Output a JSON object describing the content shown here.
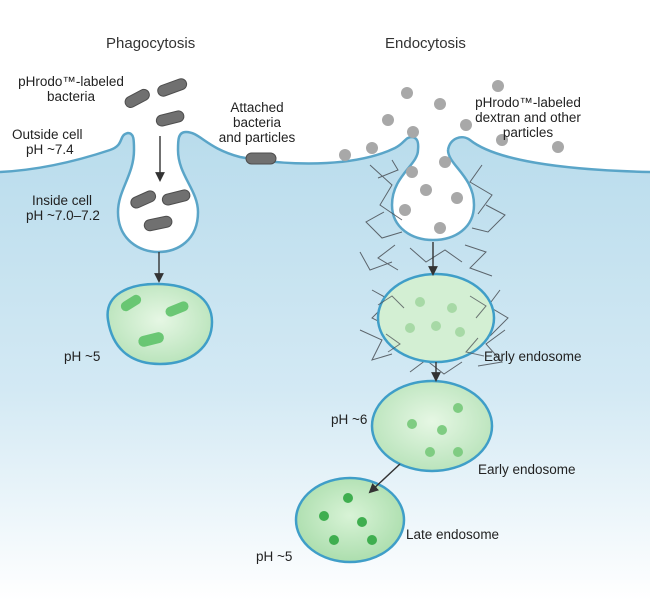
{
  "phagocytosis": {
    "title": "Phagocytosis",
    "bacteria_label_1": "pHrodo™-labeled",
    "bacteria_label_2": "bacteria",
    "outside_1": "Outside cell",
    "outside_2": "pH ~7.4",
    "attached_1": "Attached",
    "attached_2": "bacteria",
    "attached_3": "and particles",
    "inside_1": "Inside cell",
    "inside_2": "pH ~7.0–7.2",
    "ph_phagosome": "pH ~5"
  },
  "endocytosis": {
    "title": "Endocytosis",
    "dextran_1": "pHrodo™-labeled",
    "dextran_2": "dextran and other",
    "dextran_3": "particles",
    "early_endosome_1": "Early endosome",
    "ph_early_2": "pH ~6",
    "early_endosome_2": "Early endosome",
    "late_endosome": "Late endosome",
    "ph_late": "pH ~5"
  },
  "colors": {
    "cell": "#b9dcec",
    "membrane": "#5aa5c8",
    "bacteria": "#707070",
    "particle": "#a8a8a8",
    "vesicle_fill": "#c6ebc8",
    "late_fill": "#bfe8bf",
    "dot_light": "#8fd28f",
    "dot_dark": "#3fae4f",
    "clathrin": "#4a4f55"
  }
}
